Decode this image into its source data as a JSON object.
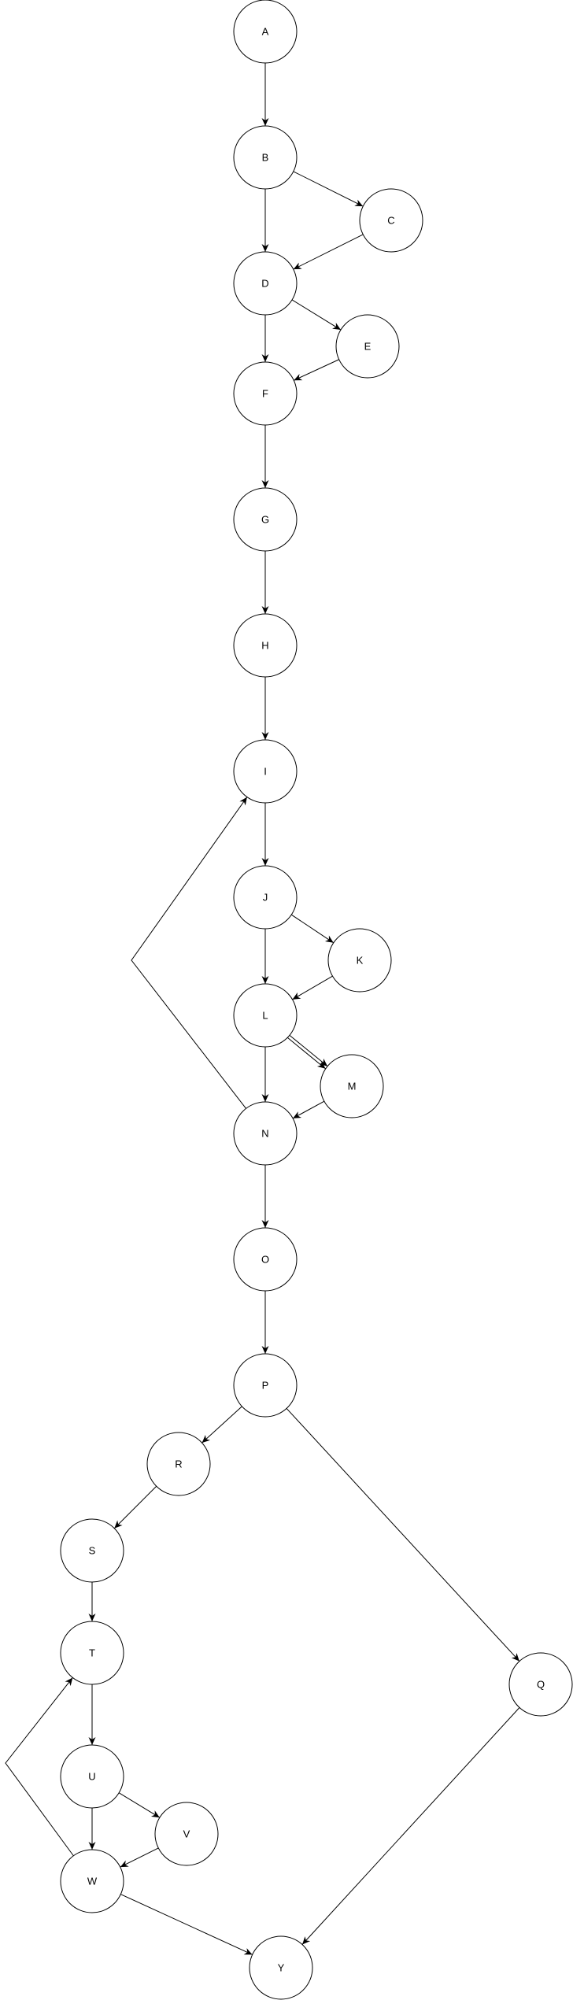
{
  "diagram": {
    "nodes": [
      {
        "id": "A",
        "label": "A"
      },
      {
        "id": "B",
        "label": "B"
      },
      {
        "id": "C",
        "label": "C"
      },
      {
        "id": "D",
        "label": "D"
      },
      {
        "id": "E",
        "label": "E"
      },
      {
        "id": "F",
        "label": "F"
      },
      {
        "id": "G",
        "label": "G"
      },
      {
        "id": "H",
        "label": "H"
      },
      {
        "id": "I",
        "label": "I"
      },
      {
        "id": "J",
        "label": "J"
      },
      {
        "id": "K",
        "label": "K"
      },
      {
        "id": "L",
        "label": "L"
      },
      {
        "id": "M",
        "label": "M"
      },
      {
        "id": "N",
        "label": "N"
      },
      {
        "id": "O",
        "label": "O"
      },
      {
        "id": "P",
        "label": "P"
      },
      {
        "id": "R",
        "label": "R"
      },
      {
        "id": "S",
        "label": "S"
      },
      {
        "id": "T",
        "label": "T"
      },
      {
        "id": "Q",
        "label": "Q"
      },
      {
        "id": "U",
        "label": "U"
      },
      {
        "id": "V",
        "label": "V"
      },
      {
        "id": "W",
        "label": "W"
      },
      {
        "id": "Y",
        "label": "Y"
      }
    ],
    "edges": [
      {
        "from": "A",
        "to": "B"
      },
      {
        "from": "B",
        "to": "C"
      },
      {
        "from": "B",
        "to": "D"
      },
      {
        "from": "C",
        "to": "D"
      },
      {
        "from": "D",
        "to": "E"
      },
      {
        "from": "D",
        "to": "F"
      },
      {
        "from": "E",
        "to": "F"
      },
      {
        "from": "F",
        "to": "G"
      },
      {
        "from": "G",
        "to": "H"
      },
      {
        "from": "H",
        "to": "I"
      },
      {
        "from": "I",
        "to": "J"
      },
      {
        "from": "J",
        "to": "K"
      },
      {
        "from": "J",
        "to": "L"
      },
      {
        "from": "K",
        "to": "L"
      },
      {
        "from": "L",
        "to": "M"
      },
      {
        "from": "L",
        "to": "M"
      },
      {
        "from": "L",
        "to": "N"
      },
      {
        "from": "M",
        "to": "N"
      },
      {
        "from": "N",
        "to": "I"
      },
      {
        "from": "N",
        "to": "O"
      },
      {
        "from": "O",
        "to": "P"
      },
      {
        "from": "P",
        "to": "R"
      },
      {
        "from": "P",
        "to": "Q"
      },
      {
        "from": "R",
        "to": "S"
      },
      {
        "from": "S",
        "to": "T"
      },
      {
        "from": "T",
        "to": "U"
      },
      {
        "from": "U",
        "to": "V"
      },
      {
        "from": "U",
        "to": "W"
      },
      {
        "from": "V",
        "to": "W"
      },
      {
        "from": "W",
        "to": "T"
      },
      {
        "from": "W",
        "to": "Y"
      },
      {
        "from": "Q",
        "to": "Y"
      }
    ]
  }
}
